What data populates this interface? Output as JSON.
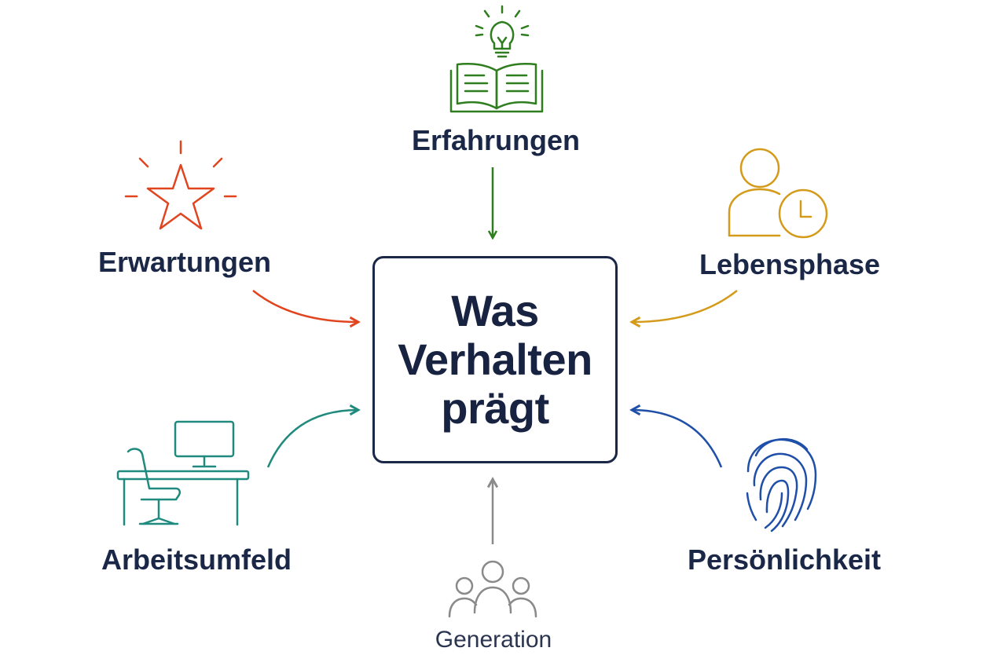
{
  "center": {
    "line1": "Was",
    "line2": "Verhalten",
    "line3": "prägt"
  },
  "factors": {
    "erfahrungen": {
      "label": "Erfahrungen",
      "color": "#2e7d1e",
      "icon": "book-lightbulb-icon"
    },
    "erwartungen": {
      "label": "Erwartungen",
      "color": "#e0451f",
      "icon": "star-icon"
    },
    "lebensphase": {
      "label": "Lebensphase",
      "color": "#d49a1a",
      "icon": "person-clock-icon"
    },
    "arbeitsumfeld": {
      "label": "Arbeitsumfeld",
      "color": "#1f8a7d",
      "icon": "desk-computer-icon"
    },
    "persoenlichkeit": {
      "label": "Persönlichkeit",
      "color": "#1f4fa8",
      "icon": "fingerprint-icon"
    },
    "generation": {
      "label": "Generation",
      "color": "#8a8a8a",
      "icon": "people-group-icon"
    }
  },
  "colors": {
    "text": "#1a2747",
    "box_border": "#1a2747",
    "background": "#ffffff"
  }
}
